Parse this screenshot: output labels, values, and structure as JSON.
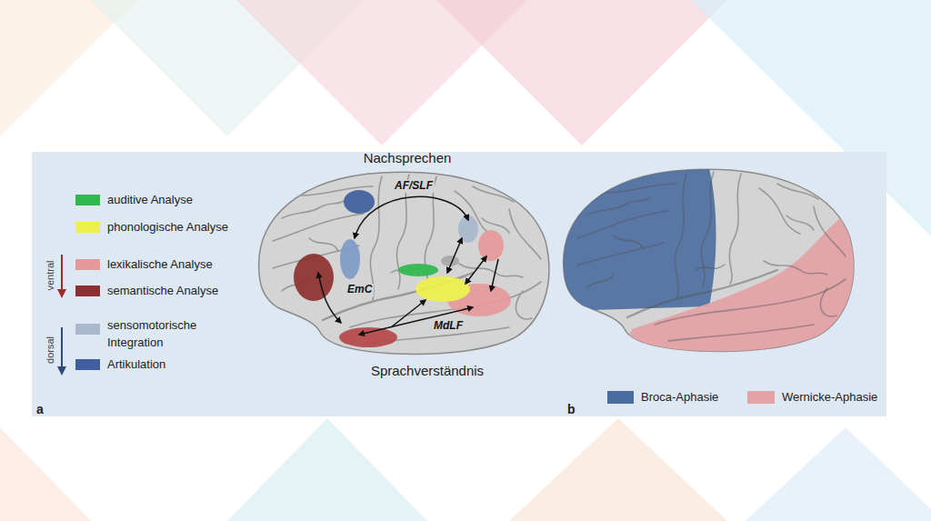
{
  "diagram": {
    "labels": [
      "Nachsprechen",
      "AF/SLF",
      "EmC",
      "MdLF",
      "Sprachverständnis",
      "ventral",
      "dorsal",
      "a",
      "b"
    ],
    "legend": [
      {
        "text": "auditive Analyse",
        "color": "#2eb84e"
      },
      {
        "text": "phonologische Analyse",
        "color": "#eef04a"
      },
      {
        "text": "lexikalische Analyse",
        "color": "#e59a9a"
      },
      {
        "text": "semantische Analyse",
        "color": "#8e3030"
      },
      {
        "text": "sensomotorische Integration",
        "color": "#a9b8cd"
      },
      {
        "text": "Artikulation",
        "color": "#3f5f9e"
      },
      {
        "text": "Broca-Aphasie",
        "color": "#4a6d9f"
      },
      {
        "text": "Wernicke-Aphasie",
        "color": "#e3a3a6"
      }
    ]
  }
}
